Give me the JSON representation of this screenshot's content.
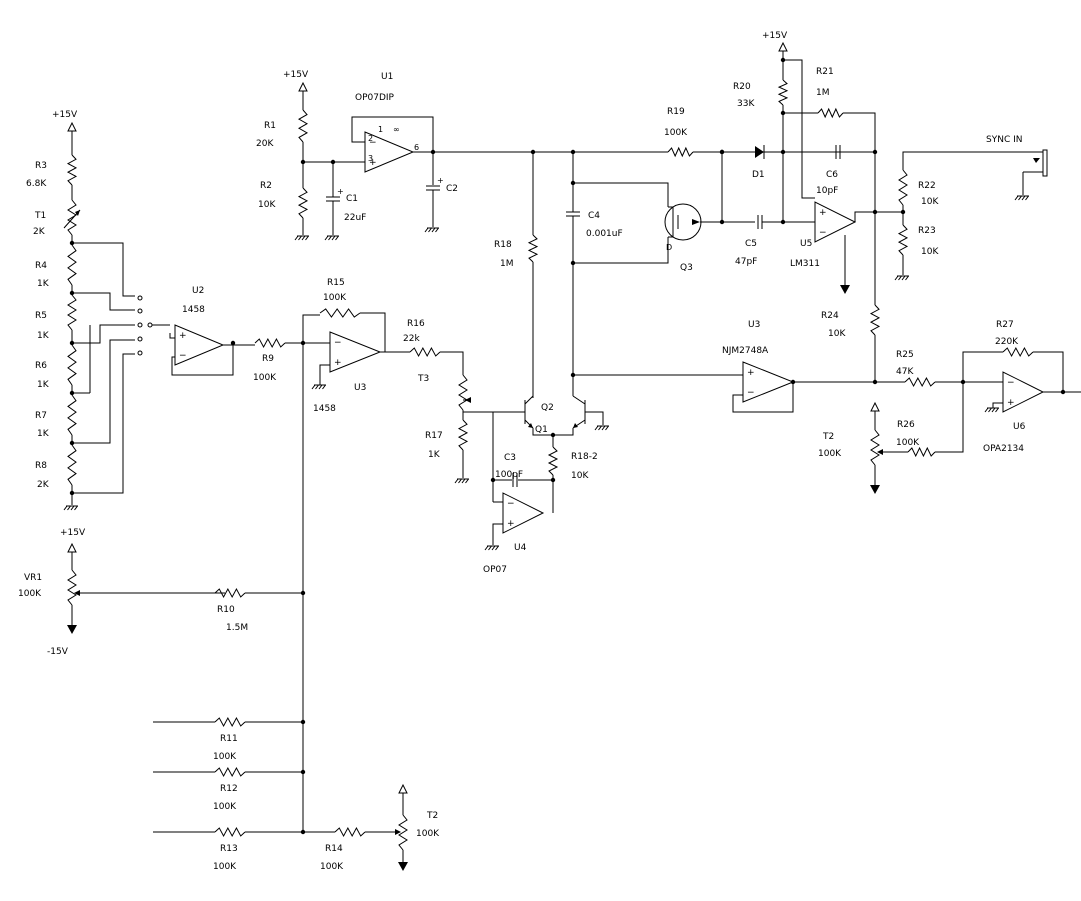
{
  "labels": [
    {
      "id": "r3_ref",
      "text": "R3"
    },
    {
      "id": "r3_val",
      "text": "6.8K"
    },
    {
      "id": "t1_ref",
      "text": "T1"
    },
    {
      "id": "t1_val",
      "text": "2K"
    },
    {
      "id": "r4_ref",
      "text": "R4"
    },
    {
      "id": "r4_val",
      "text": "1K"
    },
    {
      "id": "r5_ref",
      "text": "R5"
    },
    {
      "id": "r5_val",
      "text": "1K"
    },
    {
      "id": "r6_ref",
      "text": "R6"
    },
    {
      "id": "r6_val",
      "text": "1K"
    },
    {
      "id": "r7_ref",
      "text": "R7"
    },
    {
      "id": "r7_val",
      "text": "1K"
    },
    {
      "id": "r8_ref",
      "text": "R8"
    },
    {
      "id": "r8_val",
      "text": "2K"
    },
    {
      "id": "vr1_ref",
      "text": "VR1"
    },
    {
      "id": "vr1_val",
      "text": "100K"
    },
    {
      "id": "vm15",
      "text": "-15V"
    },
    {
      "id": "vp15_a",
      "text": "+15V"
    },
    {
      "id": "vp15_b",
      "text": "+15V"
    },
    {
      "id": "vp15_c",
      "text": "+15V"
    },
    {
      "id": "vp15_d",
      "text": "+15V"
    },
    {
      "id": "r1_ref",
      "text": "R1"
    },
    {
      "id": "r1_val",
      "text": "20K"
    },
    {
      "id": "r2_ref",
      "text": "R2"
    },
    {
      "id": "r2_val",
      "text": "10K"
    },
    {
      "id": "c1_ref",
      "text": "C1"
    },
    {
      "id": "c1_val",
      "text": "22uF"
    },
    {
      "id": "u1_ref",
      "text": "U1"
    },
    {
      "id": "u1_val",
      "text": "OP07DIP"
    },
    {
      "id": "c2_ref",
      "text": "C2"
    },
    {
      "id": "u2_ref",
      "text": "U2"
    },
    {
      "id": "u2_val",
      "text": "1458"
    },
    {
      "id": "r9_ref",
      "text": "R9"
    },
    {
      "id": "r9_val",
      "text": "100K"
    },
    {
      "id": "r15_ref",
      "text": "R15"
    },
    {
      "id": "r15_val",
      "text": "100K"
    },
    {
      "id": "u3a_ref",
      "text": "U3"
    },
    {
      "id": "u3a_val",
      "text": "1458"
    },
    {
      "id": "r16_ref",
      "text": "R16"
    },
    {
      "id": "r16_val",
      "text": "22k"
    },
    {
      "id": "t3_ref",
      "text": "T3"
    },
    {
      "id": "r17_ref",
      "text": "R17"
    },
    {
      "id": "r17_val",
      "text": "1K"
    },
    {
      "id": "r10_ref",
      "text": "R10"
    },
    {
      "id": "r10_val",
      "text": "1.5M"
    },
    {
      "id": "r11_ref",
      "text": "R11"
    },
    {
      "id": "r11_val",
      "text": "100K"
    },
    {
      "id": "r12_ref",
      "text": "R12"
    },
    {
      "id": "r12_val",
      "text": "100K"
    },
    {
      "id": "r13_ref",
      "text": "R13"
    },
    {
      "id": "r13_val",
      "text": "100K"
    },
    {
      "id": "r14_ref",
      "text": "R14"
    },
    {
      "id": "r14_val",
      "text": "100K"
    },
    {
      "id": "t2b_ref",
      "text": "T2"
    },
    {
      "id": "t2b_val",
      "text": "100K"
    },
    {
      "id": "r19_ref",
      "text": "R19"
    },
    {
      "id": "r19_val",
      "text": "100K"
    },
    {
      "id": "r18_ref",
      "text": "R18"
    },
    {
      "id": "r18_val",
      "text": "1M"
    },
    {
      "id": "c4_ref",
      "text": "C4"
    },
    {
      "id": "c4_val",
      "text": "0.001uF"
    },
    {
      "id": "q3_ref",
      "text": "Q3"
    },
    {
      "id": "q2_ref",
      "text": "Q2"
    },
    {
      "id": "q1_ref",
      "text": "Q1"
    },
    {
      "id": "c3_ref",
      "text": "C3"
    },
    {
      "id": "c3_val",
      "text": "100pF"
    },
    {
      "id": "r182_ref",
      "text": "R18-2"
    },
    {
      "id": "r182_val",
      "text": "10K"
    },
    {
      "id": "u4_ref",
      "text": "U4"
    },
    {
      "id": "u4_val",
      "text": "OP07"
    },
    {
      "id": "r20_ref",
      "text": "R20"
    },
    {
      "id": "r20_val",
      "text": "33K"
    },
    {
      "id": "r21_ref",
      "text": "R21"
    },
    {
      "id": "r21_val",
      "text": "1M"
    },
    {
      "id": "d1_ref",
      "text": "D1"
    },
    {
      "id": "c6_ref",
      "text": "C6"
    },
    {
      "id": "c6_val",
      "text": "10pF"
    },
    {
      "id": "c5_ref",
      "text": "C5"
    },
    {
      "id": "c5_val",
      "text": "47pF"
    },
    {
      "id": "u5_ref",
      "text": "U5"
    },
    {
      "id": "u5_val",
      "text": "LM311"
    },
    {
      "id": "sync",
      "text": "SYNC IN"
    },
    {
      "id": "r22_ref",
      "text": "R22"
    },
    {
      "id": "r22_val",
      "text": "10K"
    },
    {
      "id": "r23_ref",
      "text": "R23"
    },
    {
      "id": "r23_val",
      "text": "10K"
    },
    {
      "id": "r24_ref",
      "text": "R24"
    },
    {
      "id": "r24_val",
      "text": "10K"
    },
    {
      "id": "u3b_ref",
      "text": "U3"
    },
    {
      "id": "u3b_val",
      "text": "NJM2748A"
    },
    {
      "id": "r25_ref",
      "text": "R25"
    },
    {
      "id": "r25_val",
      "text": "47K"
    },
    {
      "id": "r26_ref",
      "text": "R26"
    },
    {
      "id": "r26_val",
      "text": "100K"
    },
    {
      "id": "t2a_ref",
      "text": "T2"
    },
    {
      "id": "t2a_val",
      "text": "100K"
    },
    {
      "id": "r27_ref",
      "text": "R27"
    },
    {
      "id": "r27_val",
      "text": "220K"
    },
    {
      "id": "u6_ref",
      "text": "U6"
    },
    {
      "id": "u6_val",
      "text": "OPA2134"
    }
  ]
}
